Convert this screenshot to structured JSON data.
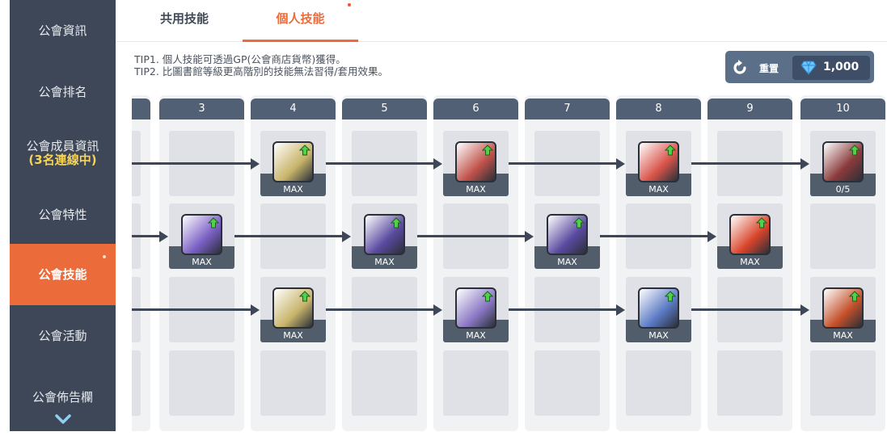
{
  "sidebar": {
    "items": [
      {
        "label": "公會資訊",
        "sub": ""
      },
      {
        "label": "公會排名",
        "sub": ""
      },
      {
        "label": "公會成員資訊",
        "sub": "(3名連線中)"
      },
      {
        "label": "公會特性",
        "sub": ""
      },
      {
        "label": "公會技能",
        "sub": "",
        "active": true
      },
      {
        "label": "公會活動",
        "sub": ""
      },
      {
        "label": "公會佈告欄",
        "sub": ""
      }
    ]
  },
  "tabs": {
    "shared": "共用技能",
    "personal": "個人技能"
  },
  "tips": {
    "tip1": "TIP1. 個人技能可透過GP(公會商店貨幣)獲得。",
    "tip2": "TIP2. 比圖書館等級更高階別的技能無法習得/套用效果。"
  },
  "toolbar": {
    "reset_label": "重置",
    "currency_value": "1,000"
  },
  "columns": [
    "",
    "3",
    "4",
    "5",
    "6",
    "7",
    "8",
    "9",
    "10"
  ],
  "skills": [
    {
      "col": 2,
      "row": 0,
      "label": "MAX",
      "icon": "shield-crystal-skill-icon",
      "bg": "#c8b46a"
    },
    {
      "col": 4,
      "row": 0,
      "label": "MAX",
      "icon": "sword-skill-icon",
      "bg": "#c0524a"
    },
    {
      "col": 6,
      "row": 0,
      "label": "MAX",
      "icon": "hero-banner-skill-icon",
      "bg": "#d9544a"
    },
    {
      "col": 8,
      "row": 0,
      "label": "0/5",
      "icon": "castle-skill-icon",
      "bg": "#8a3a3a"
    },
    {
      "col": 1,
      "row": 1,
      "label": "MAX",
      "icon": "crystal-sword-skill-icon",
      "bg": "#7a5fc4"
    },
    {
      "col": 3,
      "row": 1,
      "label": "MAX",
      "icon": "figure-crystal-skill-icon",
      "bg": "#5a4aa0"
    },
    {
      "col": 5,
      "row": 1,
      "label": "MAX",
      "icon": "figure-crystal-skill-icon",
      "bg": "#5a4aa0"
    },
    {
      "col": 7,
      "row": 1,
      "label": "MAX",
      "icon": "fire-trident-skill-icon",
      "bg": "#d9442a"
    },
    {
      "col": 2,
      "row": 2,
      "label": "MAX",
      "icon": "shield-sword-skill-icon",
      "bg": "#c8b46a"
    },
    {
      "col": 4,
      "row": 2,
      "label": "MAX",
      "icon": "crystal-shield-skill-icon",
      "bg": "#8a78c4"
    },
    {
      "col": 6,
      "row": 2,
      "label": "MAX",
      "icon": "figure-stairs-skill-icon",
      "bg": "#5a7ac4"
    },
    {
      "col": 8,
      "row": 2,
      "label": "MAX",
      "icon": "fire-arrow-skill-icon",
      "bg": "#c4502a"
    }
  ],
  "colors": {
    "sidebar": "#3d4757",
    "accent": "#ec6b3a",
    "header": "#526075",
    "band": "#525d6b"
  }
}
